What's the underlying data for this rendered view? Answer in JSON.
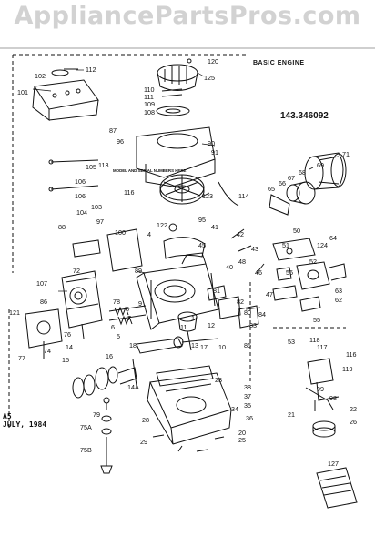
{
  "watermark": "AppliancePartsPros.com",
  "header": {
    "section": "BASIC ENGINE",
    "model": "143.346092"
  },
  "footer": {
    "rev": "A5",
    "date": "JULY, 1984"
  },
  "part_labels": [
    "120",
    "112",
    "125",
    "102",
    "101",
    "110",
    "111",
    "109",
    "108",
    "87",
    "96",
    "90",
    "91",
    "105",
    "106",
    "106",
    "113",
    "116",
    "123",
    "114",
    "69",
    "71",
    "65",
    "66",
    "67",
    "68",
    "104",
    "103",
    "88",
    "97",
    "100",
    "4",
    "122",
    "95",
    "41",
    "42",
    "43",
    "45",
    "40",
    "50",
    "124",
    "64",
    "51",
    "52",
    "56",
    "63",
    "62",
    "89",
    "46",
    "47",
    "48",
    "72",
    "107",
    "86",
    "121",
    "74",
    "77",
    "76",
    "78",
    "5",
    "6",
    "7",
    "8",
    "9",
    "1",
    "11",
    "12",
    "13",
    "17",
    "10",
    "82",
    "81",
    "80",
    "83",
    "84",
    "85",
    "55",
    "53",
    "18",
    "16",
    "14",
    "15",
    "14A",
    "118",
    "117",
    "116",
    "119",
    "98",
    "99",
    "23",
    "38",
    "37",
    "35",
    "34",
    "36",
    "21",
    "22",
    "26",
    "28",
    "20",
    "25",
    "29",
    "79",
    "75A",
    "75B",
    "127"
  ],
  "stamp": "MODEL AND SERIAL NUMBERS HERE"
}
